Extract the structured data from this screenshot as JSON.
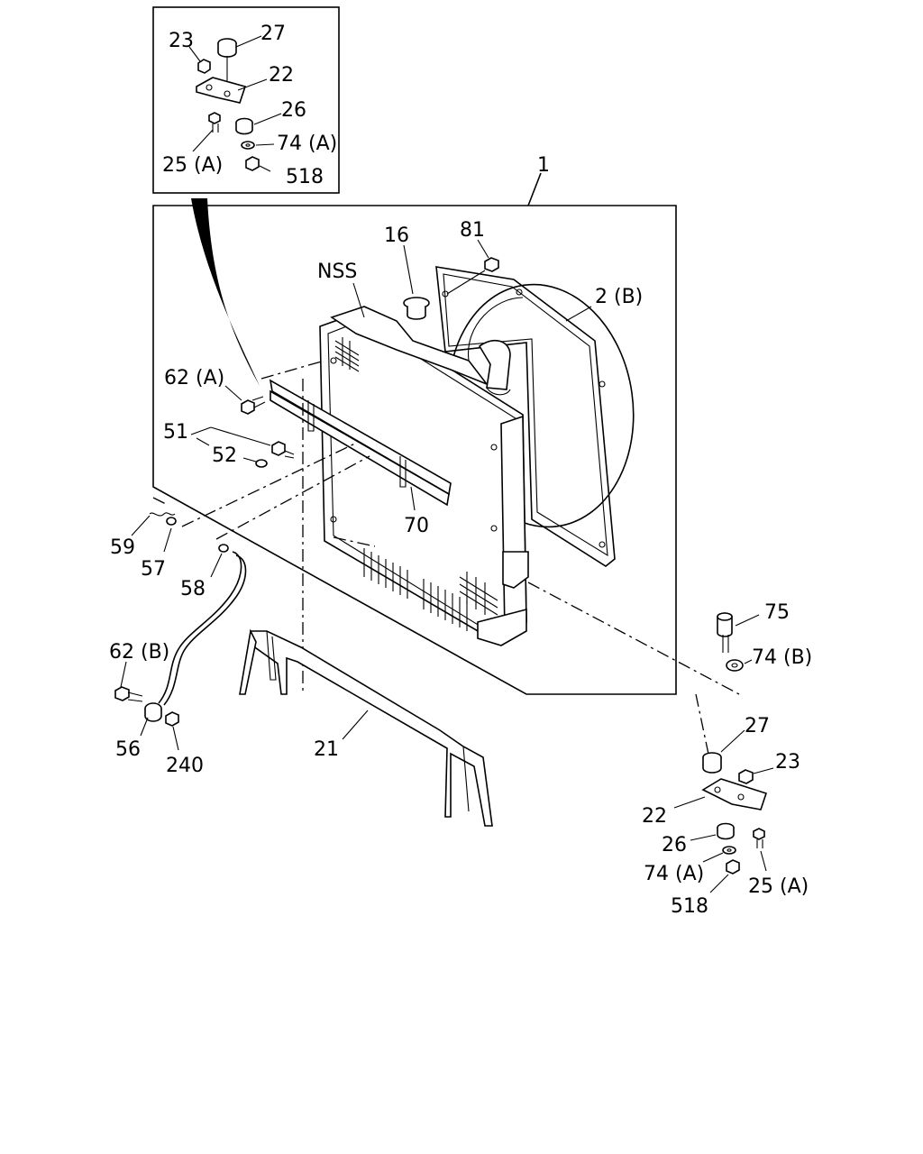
{
  "diagram": {
    "callouts": {
      "c_1": "1",
      "c_2b": "2 (B)",
      "c_16": "16",
      "c_21": "21",
      "c_22_inset": "22",
      "c_22_main": "22",
      "c_23_inset": "23",
      "c_23_main": "23",
      "c_25a_inset": "25 (A)",
      "c_25a_main": "25 (A)",
      "c_26_inset": "26",
      "c_26_main": "26",
      "c_27_inset": "27",
      "c_27_main": "27",
      "c_51": "51",
      "c_52": "52",
      "c_56": "56",
      "c_57": "57",
      "c_58": "58",
      "c_59": "59",
      "c_62a": "62 (A)",
      "c_62b": "62 (B)",
      "c_70": "70",
      "c_74a_inset": "74 (A)",
      "c_74a_main": "74 (A)",
      "c_74b": "74 (B)",
      "c_75": "75",
      "c_81": "81",
      "c_240": "240",
      "c_518_inset": "518",
      "c_518_main": "518",
      "c_nss": "NSS"
    }
  }
}
